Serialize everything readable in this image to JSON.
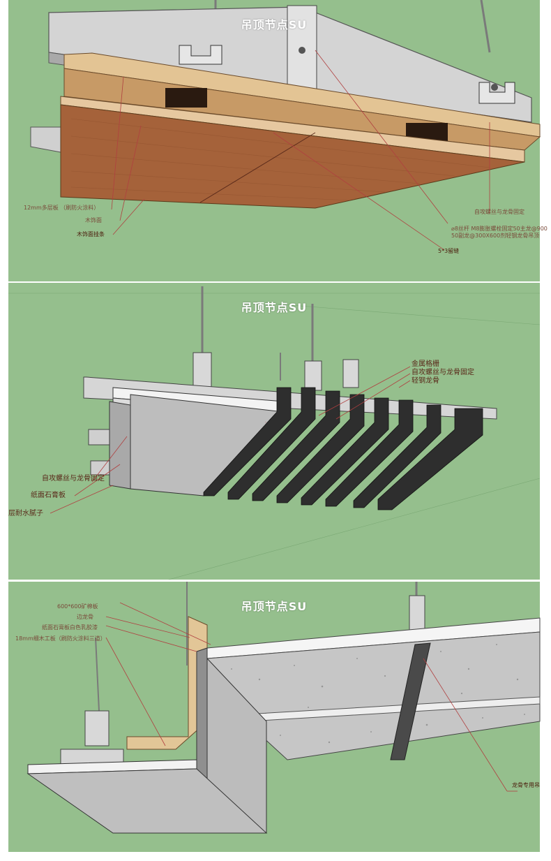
{
  "colors": {
    "background": "#95bf8d",
    "leader_line": "#b04040",
    "wood_face": "#a9673c",
    "plywood": "#e0c090",
    "steel": "#d0d0d0",
    "gypsum": "#c4c4c4",
    "black_grille": "#2e2e2e",
    "mineral_board": "#bfbfbf"
  },
  "panels": [
    {
      "title": "吊顶节点SU",
      "labels": {
        "plywood": "12mm多层板 （刷防火涂料）",
        "wood_face": "木饰面",
        "wood_hanger": "木饰面挂条",
        "screw_keel": "自攻螺丝与龙骨固定",
        "rod_line1": "⌀8丝杆 M8膨胀螺栓固定50主龙@900",
        "rod_line2": "50副龙@300X600剂轻钢龙骨吊顶",
        "gap": "5*3留缝"
      }
    },
    {
      "title": "吊顶节点SU",
      "labels": {
        "aluminum": "金属格栅",
        "screw_keel": "自攻螺丝与龙骨固定",
        "light_keel": "轻钢龙骨",
        "screw_keel_left": "自攻螺丝与龙骨固定",
        "gypsum": "纸面石膏板",
        "putty": "层耐水腻子"
      }
    },
    {
      "title": "吊顶节点SU",
      "labels": {
        "mineral": "600*600矿棉板",
        "edge_keel": "边龙骨",
        "gypsum_latex": "纸面石膏板白色乳胶漆",
        "blockboard": "18mm细木工板（刷防火涂料三道）",
        "keel_hanger": "龙骨专用吊"
      }
    }
  ]
}
